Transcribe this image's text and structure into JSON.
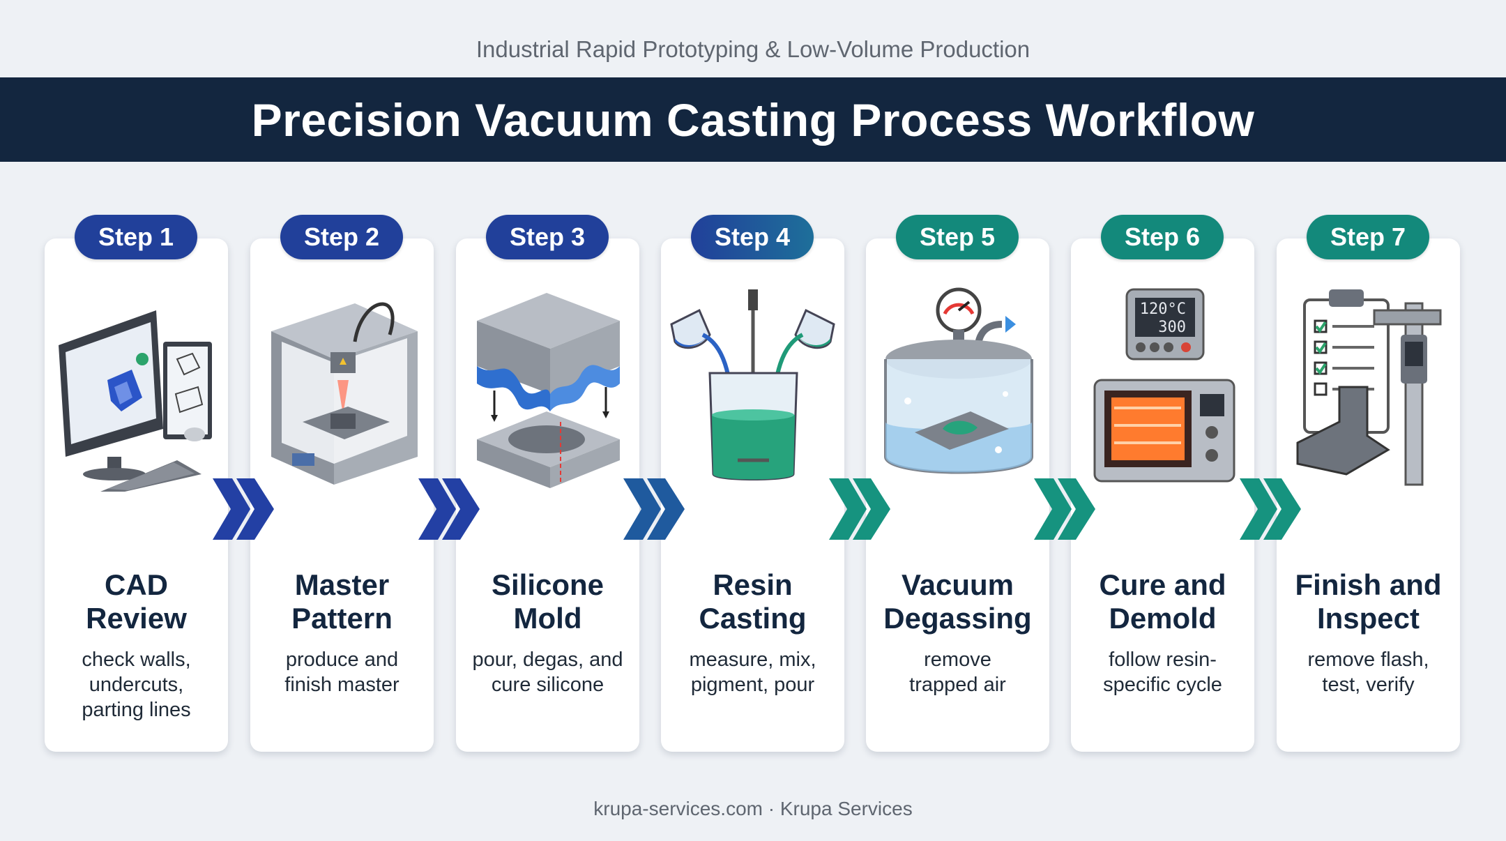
{
  "header": {
    "subtitle": "Industrial Rapid Prototyping & Low-Volume Production",
    "title": "Precision Vacuum Casting Process Workflow"
  },
  "steps": [
    {
      "label": "Step 1",
      "title": [
        "CAD",
        "Review"
      ],
      "desc": [
        "check walls,",
        "undercuts,",
        "parting lines"
      ],
      "color": "#21409a",
      "icon": "cad-workstation-icon"
    },
    {
      "label": "Step 2",
      "title": [
        "Master",
        "Pattern"
      ],
      "desc": [
        "produce and",
        "finish master"
      ],
      "color": "#21409a",
      "icon": "3d-printer-icon"
    },
    {
      "label": "Step 3",
      "title": [
        "Silicone",
        "Mold"
      ],
      "desc": [
        "pour, degas, and",
        "cure silicone"
      ],
      "color": "#21409a",
      "icon": "silicone-mold-icon"
    },
    {
      "label": "Step 4",
      "title": [
        "Resin",
        "Casting"
      ],
      "desc": [
        "measure, mix,",
        "pigment, pour"
      ],
      "color": "#1e5fa0",
      "icon": "resin-beaker-icon"
    },
    {
      "label": "Step 5",
      "title": [
        "Vacuum",
        "Degassing"
      ],
      "desc": [
        "remove",
        "trapped air"
      ],
      "color": "#13897b",
      "icon": "vacuum-chamber-icon"
    },
    {
      "label": "Step 6",
      "title": [
        "Cure and",
        "Demold"
      ],
      "desc": [
        "follow resin-",
        "specific cycle"
      ],
      "color": "#13897b",
      "icon": "curing-oven-icon"
    },
    {
      "label": "Step 7",
      "title": [
        "Finish and",
        "Inspect"
      ],
      "desc": [
        "remove flash,",
        "test, verify"
      ],
      "color": "#13897b",
      "icon": "inspection-caliper-icon"
    }
  ],
  "oven_display": {
    "line1": "120°C",
    "line2": "300"
  },
  "footer": {
    "text": "krupa-services.com · Krupa Services"
  },
  "colors": {
    "banner": "#13263f",
    "blue": "#21409a",
    "teal": "#13897b",
    "chevron_blue": "#2340a4",
    "chevron_teal": "#16937f"
  }
}
